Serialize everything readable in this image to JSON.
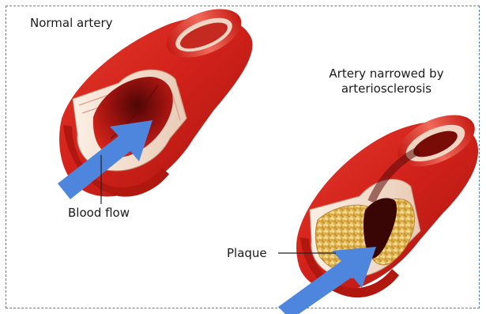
{
  "labels": {
    "normal_artery": "Normal artery",
    "narrowed_line1": "Artery narrowed by",
    "narrowed_line2": "arteriosclerosis",
    "blood_flow": "Blood flow",
    "plaque": "Plaque"
  },
  "colors": {
    "frame_border": "#5b7fae",
    "artery_red": "#d7261e",
    "artery_dark": "#8e1010",
    "vessel_wall_cream": "#f6e2d2",
    "plaque_yellow": "#e8c869",
    "flow_arrow_blue": "#4e86dd",
    "text": "#1a1a1a"
  }
}
